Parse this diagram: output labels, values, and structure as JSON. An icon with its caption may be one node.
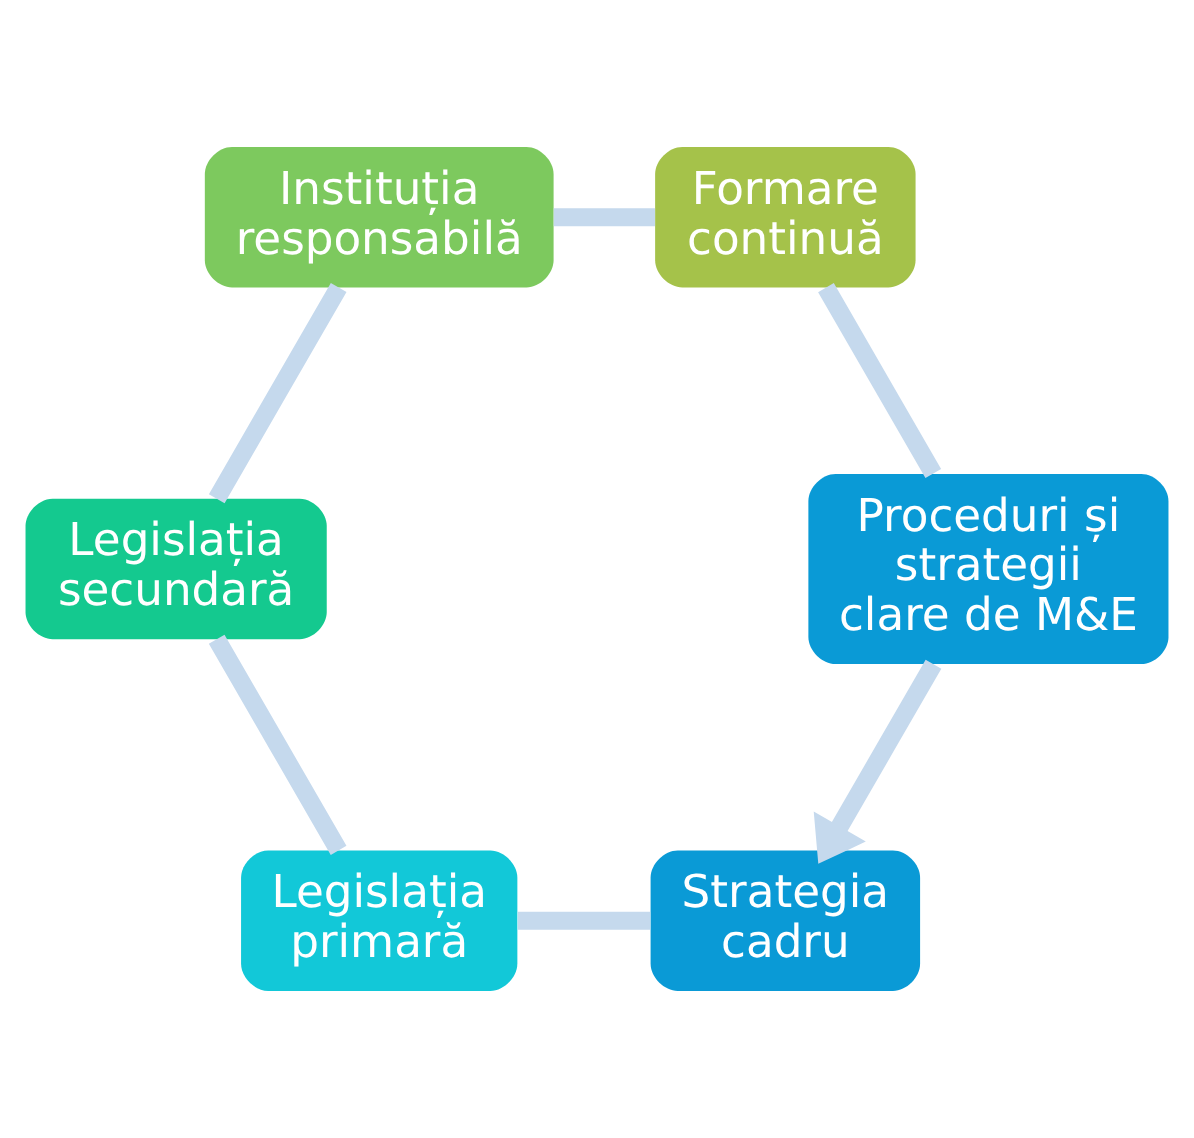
{
  "diagram": {
    "nodes": [
      {
        "text": [
          "Strategia cadru"
        ]
      },
      {
        "text": [
          "Legislația primară"
        ]
      },
      {
        "text": [
          "Legislația secundară"
        ]
      },
      {
        "text": [
          "Instituția responsabilă"
        ]
      },
      {
        "text": [
          "Formare continuă"
        ]
      },
      {
        "text": [
          "Proceduri și strategii clare de M&E"
        ]
      }
    ],
    "edges": [
      {
        "from": 0,
        "to": 1,
        "arrow": "none"
      },
      {
        "from": 1,
        "to": 2,
        "arrow": "none"
      },
      {
        "from": 2,
        "to": 3,
        "arrow": "none"
      },
      {
        "from": 3,
        "to": 4,
        "arrow": "none"
      },
      {
        "from": 4,
        "to": 5,
        "arrow": "none"
      },
      {
        "from": 5,
        "to": 0,
        "arrow": "to"
      }
    ]
  }
}
